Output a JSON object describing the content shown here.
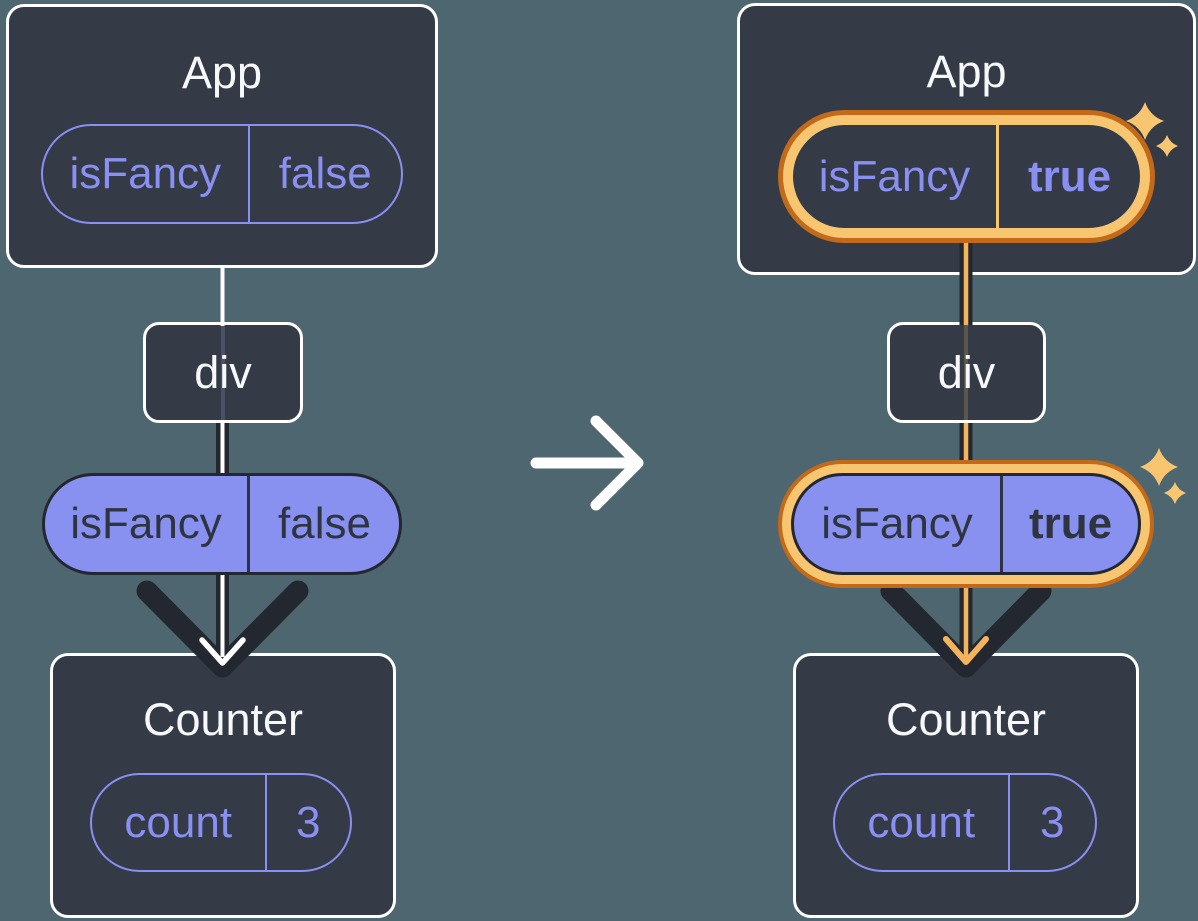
{
  "diagram_left": {
    "app_title": "App",
    "app_state_name": "isFancy",
    "app_state_value": "false",
    "div_label": "div",
    "prop_name": "isFancy",
    "prop_value": "false",
    "counter_title": "Counter",
    "count_name": "count",
    "count_value": "3"
  },
  "diagram_right": {
    "app_title": "App",
    "app_state_name": "isFancy",
    "app_state_value": "true",
    "div_label": "div",
    "prop_name": "isFancy",
    "prop_value": "true",
    "counter_title": "Counter",
    "count_name": "count",
    "count_value": "3"
  },
  "icons": {
    "transition_arrow": "right-arrow",
    "sparkle": "four-point-star",
    "flow_arrowhead": "down-chevron"
  },
  "colors": {
    "background": "#4E6670",
    "card": "#343A46",
    "white": "#FFFFFF",
    "dark": "#23272F",
    "purple": "#8890F0",
    "purple_text": "#8A8FF2",
    "orange_dark": "#C2691A",
    "orange_light": "#F8C571",
    "orange_arrow": "#F5B45C"
  }
}
